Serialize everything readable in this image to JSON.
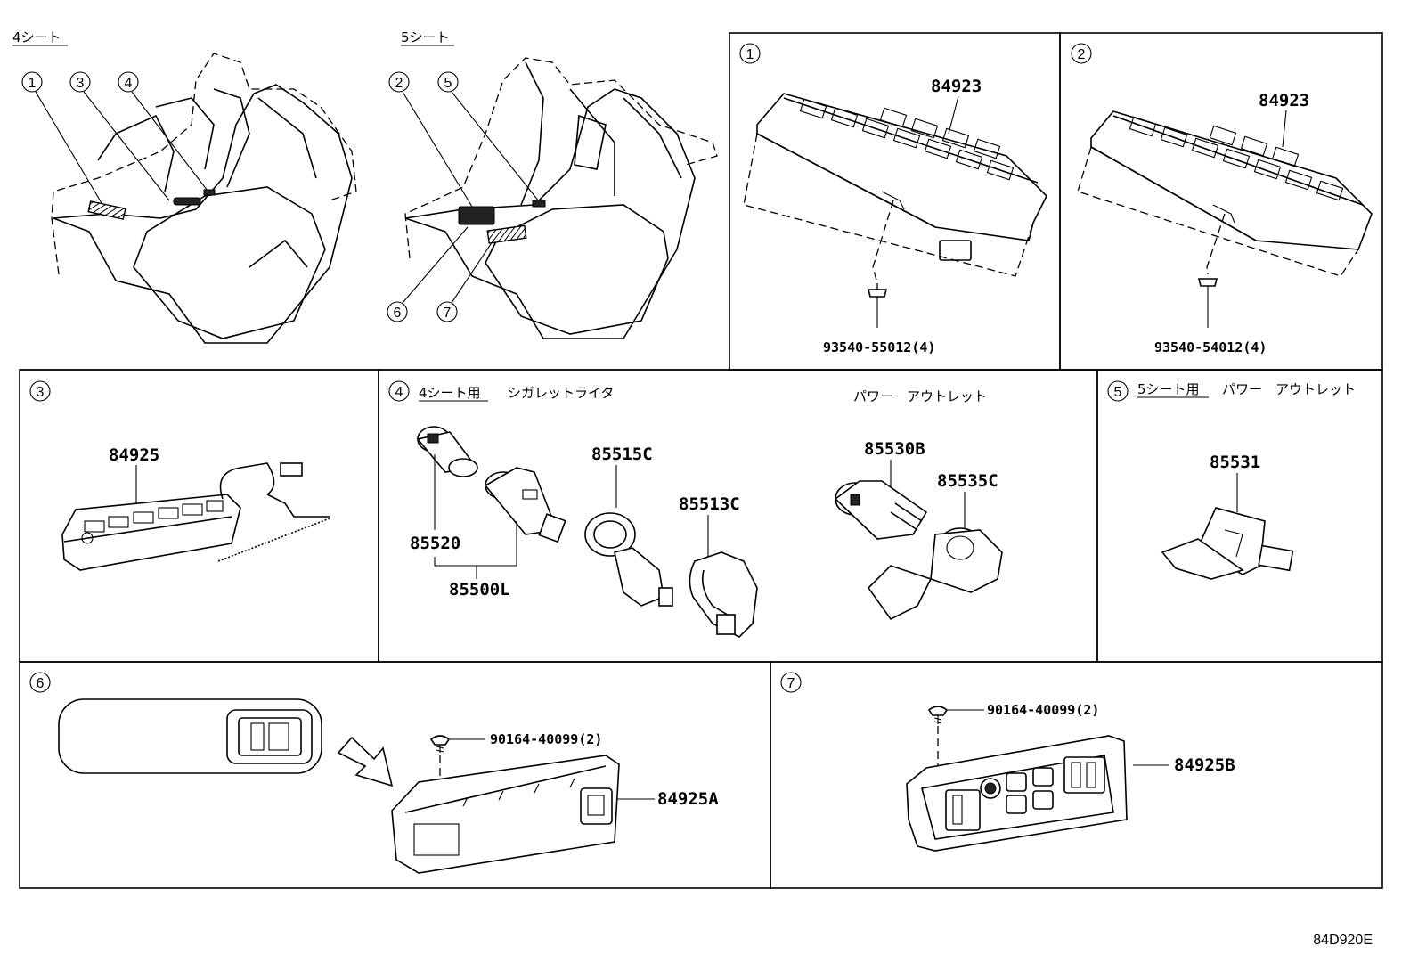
{
  "top_left": {
    "seat4_label": "4シート",
    "seat5_label": "5シート",
    "seat4_callouts": [
      "1",
      "3",
      "4"
    ],
    "seat5_callouts": [
      "2",
      "5",
      "6",
      "7"
    ]
  },
  "panels": {
    "p1": {
      "callout": "1",
      "part": "84923",
      "screw": "93540-55012(4)"
    },
    "p2": {
      "callout": "2",
      "part": "84923",
      "screw": "93540-54012(4)"
    },
    "p3": {
      "callout": "3",
      "part": "84925"
    },
    "p4": {
      "callout": "4",
      "variant": "4シート用",
      "title_a": "シガレットライタ",
      "title_b": "パワー　アウトレット",
      "parts": [
        "85520",
        "85515C",
        "85513C",
        "85500L",
        "85530B",
        "85535C"
      ]
    },
    "p5": {
      "callout": "5",
      "variant": "5シート用",
      "title": "パワー　アウトレット",
      "part": "85531"
    },
    "p6": {
      "callout": "6",
      "screw": "90164-40099(2)",
      "part": "84925A"
    },
    "p7": {
      "callout": "7",
      "screw": "90164-40099(2)",
      "part": "84925B"
    }
  },
  "figure_ref": "84D920E"
}
